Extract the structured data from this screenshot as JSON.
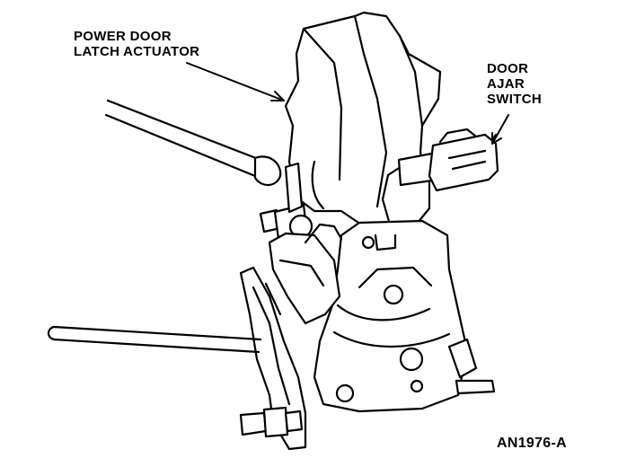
{
  "labels": {
    "actuator": [
      "POWER DOOR",
      "LATCH ACTUATOR"
    ],
    "switch": [
      "DOOR",
      "AJAR",
      "SWITCH"
    ],
    "figure_code": "AN1976-A"
  },
  "colors": {
    "ink": "#000000",
    "paper": "#ffffff"
  }
}
